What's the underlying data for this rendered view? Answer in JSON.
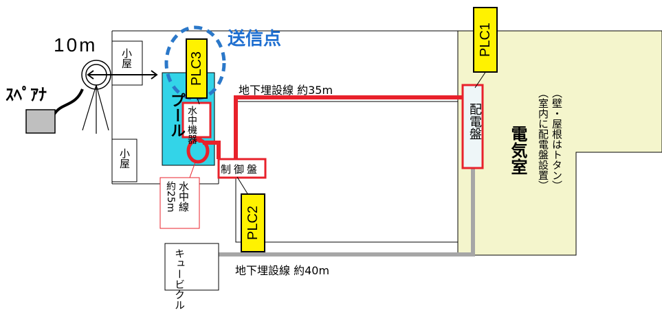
{
  "labels": {
    "distance": "10m",
    "spectrum_analyzer": "ｽﾍﾟｱﾅ",
    "hut_top": "小屋",
    "hut_bottom": "小屋",
    "transmit_point": "送信点",
    "pool": "プール",
    "underwater_device": "水中機器",
    "control_panel": "制御盤",
    "underwater_line": "水中線",
    "underwater_line_length": "約25m",
    "buried_line_35": "地下埋設線 約35m",
    "buried_line_40": "地下埋設線 約40m",
    "distribution_panel": "配電盤",
    "electric_room": "電気室",
    "electric_room_note1": "（室内に配電盤設置）",
    "electric_room_note2": "（壁・屋根はトタン）",
    "cubicle": "キュービクル",
    "plc1": "PLC1",
    "plc2": "PLC2",
    "plc3": "PLC3"
  },
  "colors": {
    "red_line": "#e8212b",
    "gray_line": "#a6a6a6",
    "pool_fill": "#33d4e8",
    "room_fill": "#f4f5cc",
    "plc_fill": "#fff200",
    "dashed_circle": "#2b78c9",
    "transmit_text": "#1f6fd0"
  },
  "icons": {
    "antenna": "antenna-icon",
    "analyzer": "spectrum-analyzer-icon"
  }
}
